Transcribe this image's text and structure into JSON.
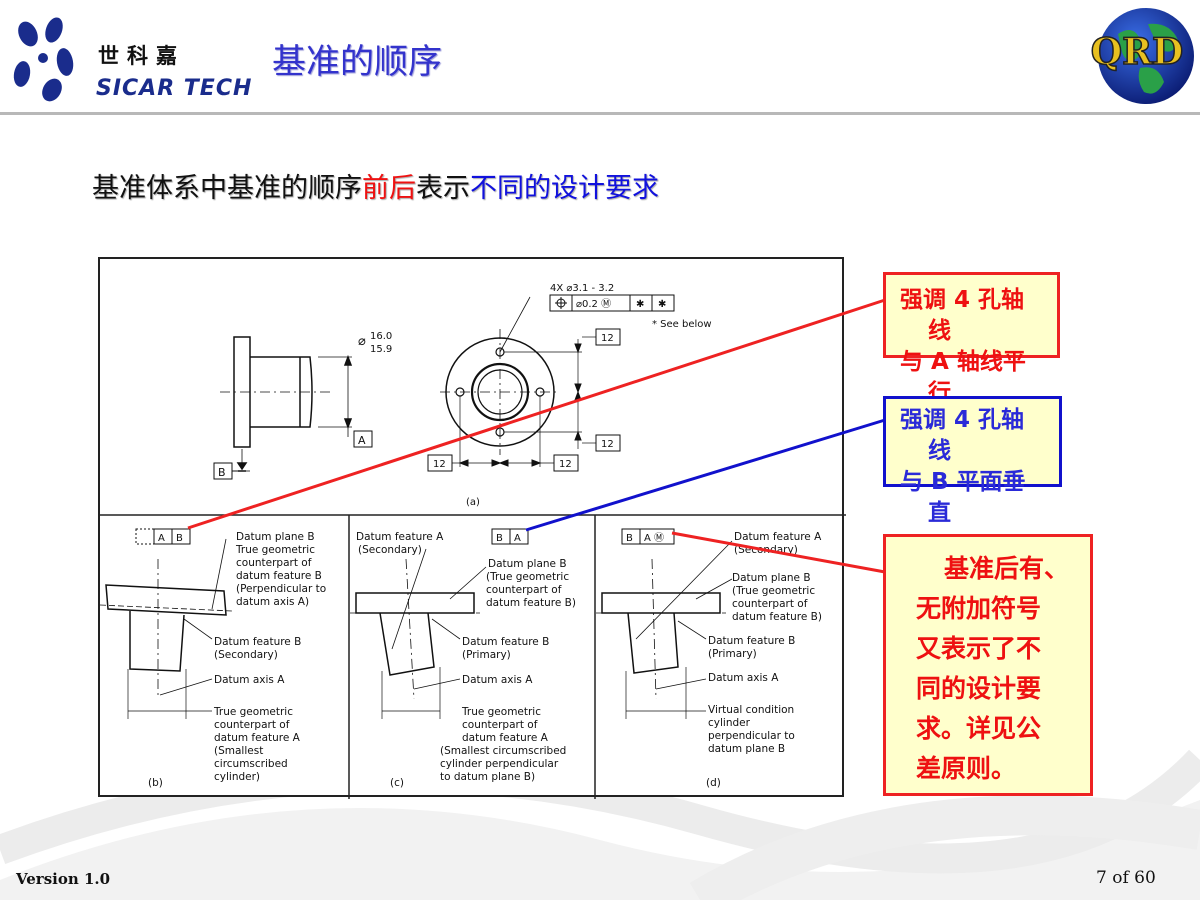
{
  "header": {
    "logo_cn": "世科嘉",
    "logo_en": "SICAR TECH",
    "title": "基准的顺序",
    "globe_label": "QRD"
  },
  "subtitle": {
    "part1": "基准体系中基准的顺序",
    "part2": "前后",
    "part3": "表示",
    "part4": "不同的设计要求",
    "colors": {
      "normal": "#111111",
      "highlight_red": "#ee1111",
      "highlight_blue": "#1111dd"
    }
  },
  "figure": {
    "top": {
      "label": "(a)",
      "hole_spec": "4X ⌀3.1 - 3.2",
      "fcf_position": "⌀0.2 Ⓜ",
      "fcf_star": "✱",
      "see_below": "* See below",
      "dia_upper": "16.0",
      "dia_lower": "15.9",
      "dim_12": "12",
      "datum_a": "A",
      "datum_b": "B"
    },
    "panels": [
      {
        "label": "(b)",
        "frame": [
          "A",
          "B"
        ],
        "notes": [
          "Datum plane B",
          "True geometric",
          "counterpart of",
          "datum feature B",
          "(Perpendicular to",
          "datum axis A)"
        ],
        "note2": [
          "Datum feature B",
          "(Secondary)"
        ],
        "note3": "Datum axis A",
        "note4": [
          "True geometric",
          "counterpart of",
          "datum feature A",
          "(Smallest",
          "circumscribed",
          "cylinder)"
        ]
      },
      {
        "label": "(c)",
        "frame": [
          "B",
          "A"
        ],
        "notes": [
          "Datum feature A",
          "(Secondary)"
        ],
        "note2": [
          "Datum plane B",
          "(True geometric",
          "counterpart of",
          "datum feature B)"
        ],
        "note3": [
          "Datum feature B",
          "(Primary)"
        ],
        "note4": "Datum axis A",
        "note5": [
          "True geometric",
          "counterpart of",
          "datum feature A",
          "(Smallest circumscribed",
          "cylinder perpendicular",
          "to datum plane B)"
        ]
      },
      {
        "label": "(d)",
        "frame": [
          "B",
          "A Ⓜ"
        ],
        "notes": [
          "Datum feature A",
          "(Secondary)"
        ],
        "note2": [
          "Datum plane B",
          "(True geometric",
          "counterpart of",
          "datum feature B)"
        ],
        "note3": [
          "Datum feature B",
          "(Primary)"
        ],
        "note4": "Datum axis A",
        "note5": [
          "Virtual condition",
          "cylinder",
          "perpendicular to",
          "datum plane B"
        ]
      }
    ]
  },
  "callouts": {
    "c1": [
      "强调 4 孔轴",
      "线",
      "与 A 轴线平",
      "行"
    ],
    "c2": [
      "强调 4 孔轴",
      "线",
      "与 B 平面垂",
      "直"
    ],
    "c3": [
      "基准后有、",
      "无附加符号",
      "又表示了不",
      "同的设计要",
      "求。详见公",
      "差原则。"
    ],
    "colors": {
      "red": "#ee1111",
      "blue": "#1111cc",
      "fill": "#ffffcc"
    }
  },
  "footer": {
    "version": "Version 1.0",
    "page": "7 of  60"
  }
}
